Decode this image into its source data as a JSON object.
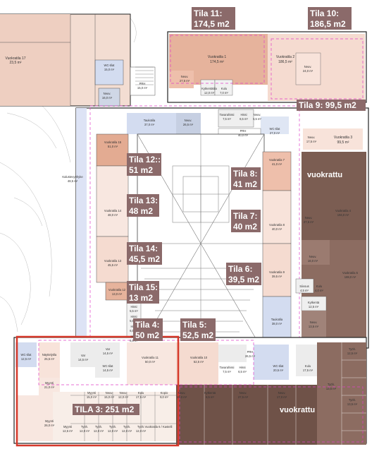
{
  "rooms": {
    "vuokratila17": "Vuokratila 17",
    "vuokratila17_area": "23,5 m²",
    "wc_tilat_top": "WC-tilat",
    "wc_tilat_top_area": "15,0 m²",
    "neuv_top_left": "Neuv.",
    "neuv_top_left_area": "16,0 m²",
    "prh_top": "PRH",
    "prh_top_area": "15,0 m²",
    "vuokratila1": "Vuokratila 1",
    "vuokratila1_area": "174,5 m²",
    "vuokratila2": "Vuokratila 2",
    "vuokratila2_area": "186,5 m²",
    "neuv_v1": "Neuv.",
    "neuv_v1_area": "27,5 m²",
    "keittio": "Kytkentätila",
    "keittio_area": "12,0 m²",
    "kulu_top": "Kulu",
    "kulu_top_area": "7,0 m²",
    "neuv_v2": "Neuv.",
    "neuv_v2_area": "24,0 m²",
    "taukotila_top": "Taukotila",
    "taukotila_top_area": "37,0 m²",
    "neuv_tauko": "Neuv.",
    "neuv_tauko_area": "26,5 m²",
    "tavarahissi_top": "Tavarahissi",
    "tavarahissi_top_area": "7,5 m²",
    "hissi_top": "Hissi",
    "hissi_top_area": "6,5 m²",
    "neuv_small_top": "Neuv.",
    "neuv_small_top_area": "5,5 m²",
    "prh_mid": "PRH",
    "prh_mid_area": "40,0 m²",
    "wc_tilat_mid": "WC-tilat",
    "wc_tilat_mid_area": "27,0 m²",
    "vuokratila3": "Vuokratila 3",
    "vuokratila3_area": "99,5 m²",
    "neuv_v3": "Neuv.",
    "neuv_v3_area": "17,5 m²",
    "kalustevyohyke": "Kalustevyöhyke",
    "kalustevyohyke_area": "48,5 m²",
    "vuokratila15": "Vuokratila 15",
    "vuokratila15_area": "51,0 m²",
    "vuokratila14": "Vuokratila 14",
    "vuokratila14_area": "48,0 m²",
    "vuokratila13": "Vuokratila 13",
    "vuokratila13_area": "45,5 m²",
    "vuokratila12": "Vuokratila 12",
    "vuokratila12_area": "13,0 m²",
    "hissi_a": "Hissi",
    "hissi_a_area": "5,5 m²",
    "hissi_b": "Hissi",
    "hissi_b_area": "5,5 m²",
    "hissi_c": "Hissi",
    "hissi_c_area": "6,5 m²",
    "hissi_d": "Hissi",
    "hissi_d_area": "6,5 m²",
    "vuokratila7": "Vuokratila 7",
    "vuokratila7_area": "41,0 m²",
    "vuokratila8": "Vuokratila 8",
    "vuokratila8_area": "40,0 m²",
    "vuokratila9": "Vuokratila 9",
    "vuokratila9_area": "39,5 m²",
    "vuokratila4": "Vuokratila 4",
    "vuokratila4_area": "194,0 m²",
    "neuv_v4": "Neuv.",
    "neuv_v4_area": "27,5 m²",
    "neuv_v5": "Neuv.",
    "neuv_v5_area": "16,0 m²",
    "vuokratila5": "Vuokratila 5",
    "vuokratila5_area": "169,0 m²",
    "siivous": "Siivous",
    "siivous_area": "4,5 m²",
    "kulu_right": "Kulu",
    "kulu_right_area": "4,0 m²",
    "kytkenta_right": "Kytkentä",
    "kytkenta_right_area": "12,5 m²",
    "neuv_v5b": "Neuv.",
    "neuv_v5b_area": "13,5 m²",
    "taukotila_mid": "Taukotila",
    "taukotila_mid_area": "38,0 m²",
    "wc_tilat_left": "WC-tilat",
    "wc_tilat_left_area": "12,5 m²",
    "nayttelytila": "Näyttelytila",
    "nayttelytila_area": "25,5 m²",
    "var_a": "Var",
    "var_a_area": "14,5 m²",
    "var_b": "Var",
    "var_b_area": "14,5 m²",
    "wc_tilat_bot": "WC-tilat",
    "wc_tilat_bot_area": "14,5 m²",
    "vuokratila11": "Vuokratila 11",
    "vuokratila11_area": "50,0 m²",
    "vuokratila10": "Vuokratila 10",
    "vuokratila10_area": "52,5 m²",
    "prh_bot": "PRH",
    "prh_bot_area": "26,5 m²",
    "tavarahissi_bot": "Tavarahissi",
    "tavarahissi_bot_area": "7,5 m²",
    "hissi_bot": "Hissi",
    "hissi_bot_area": "6,5 m²",
    "wc_tilat_bot2": "WC-tilat",
    "wc_tilat_bot2_area": "20,5 m²",
    "kulu_bot": "Kulu",
    "kulu_bot_area": "17,5 m²",
    "myynti_a": "Myynti",
    "myynti_a_area": "21,0 m²",
    "myynti_b": "Myynti",
    "myynti_b_area": "15,0 m²",
    "neuv_bot1": "Neuv.",
    "neuv_bot1_area": "15,0 m²",
    "neuv_bot2": "Neuv.",
    "neuv_bot2_area": "12,0 m²",
    "kulu_bot2": "Kulu",
    "kulu_bot2_area": "17,5 m²",
    "kopio": "Kopio",
    "kopio_area": "9,0 m²",
    "neuv_bot3": "Neuv.",
    "neuv_bot3_area": "15,0 m²",
    "kytkenta_bot": "Kytkentä",
    "kytkenta_bot_area": "8,5 m²",
    "neuv_bot4": "Neuv.",
    "neuv_bot4_area": "27,5 m²",
    "neuv_bot5": "Neuv.",
    "neuv_bot5_area": "17,0 m²",
    "myynti_c": "Myynti",
    "myynti_c_area": "26,0 m²",
    "myynti_d": "Myynti",
    "myynti_d_area": "12,5 m²",
    "tyoh": "Työh.",
    "tyoh_area": "12,0 m²",
    "tyoh_r1_area": "12,5 m²",
    "tyoh_r2_area": "13,5 m²",
    "vuokratila6": "Vuokratila 6 / Kastelli"
  },
  "tags": {
    "tila11": "Tila 11:",
    "tila11_area": "174,5 m2",
    "tila10": "Tila 10:",
    "tila10_area": "186,5 m2",
    "tila9": "Tila 9: 99,5 m2",
    "tila12": "Tila 12::",
    "tila12_area": "51 m2",
    "tila13": "Tila 13:",
    "tila13_area": "48 m2",
    "tila14": "Tila 14:",
    "tila14_area": "45,5 m2",
    "tila15": "Tila 15:",
    "tila15_area": "13 m2",
    "tila8": "Tila 8:",
    "tila8_area": "41 m2",
    "tila7": "Tila 7:",
    "tila7_area": "40 m2",
    "tila6": "Tila 6:",
    "tila6_area": "39,5 m2",
    "tila4": "Tila 4:",
    "tila4_area": "50 m2",
    "tila5": "Tila 5:",
    "tila5_area": "52,5 m2",
    "tila3": "TILA 3: 251 m2",
    "vuokrattu_top": "vuokrattu",
    "vuokrattu_bottom": "vuokrattu"
  },
  "colors": {
    "leased": "#7b5d52",
    "leased_light": "#a08379",
    "room_salmon": "#e5b6a0",
    "room_light": "#f4dcd2",
    "room_pale": "#f8eee8",
    "blue": "#d3dcf0",
    "tag_bg": "#8b6a6a",
    "highlight": "#d6392b"
  }
}
